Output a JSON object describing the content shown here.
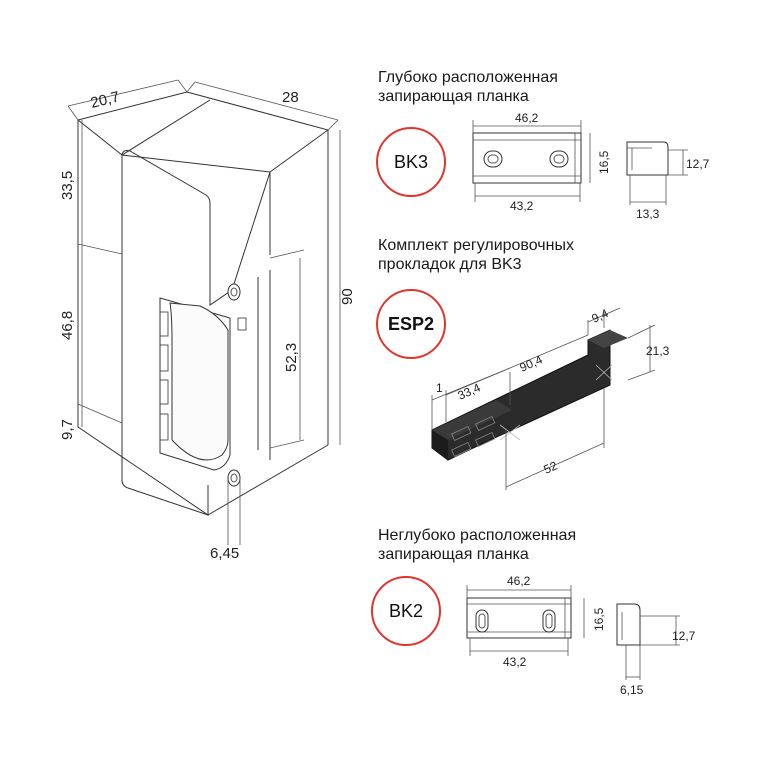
{
  "lock": {
    "dims": {
      "width": "20,7",
      "depth": "28",
      "top": "33,5",
      "middle": "46,8",
      "bottom": "9,7",
      "height": "90",
      "latch": "52,3",
      "hole": "6,45"
    }
  },
  "bk3": {
    "caption_line1": "Глубоко расположенная",
    "caption_line2": "запирающая планка",
    "badge": "BK3",
    "dims": {
      "top": "46,2",
      "bottom": "43,2",
      "right": "16,5",
      "side_h": "12,7",
      "side_w": "13,3"
    }
  },
  "esp2": {
    "caption_line1": "Комплект регулировочных",
    "caption_line2": "прокладок для BK3",
    "badge": "ESP2",
    "dims": {
      "total": "90,4",
      "end": "9,4",
      "height": "21,3",
      "one": "1",
      "left": "33,4",
      "span": "52"
    }
  },
  "bk2": {
    "caption_line1": "Неглубоко расположенная",
    "caption_line2": "запирающая планка",
    "badge": "BK2",
    "dims": {
      "top": "46,2",
      "bottom": "43,2",
      "right": "16,5",
      "side_h": "12,7",
      "side_w": "6,15"
    }
  },
  "colors": {
    "badge_ring": "#e0342c",
    "part_dark": "#2b2b2b"
  }
}
